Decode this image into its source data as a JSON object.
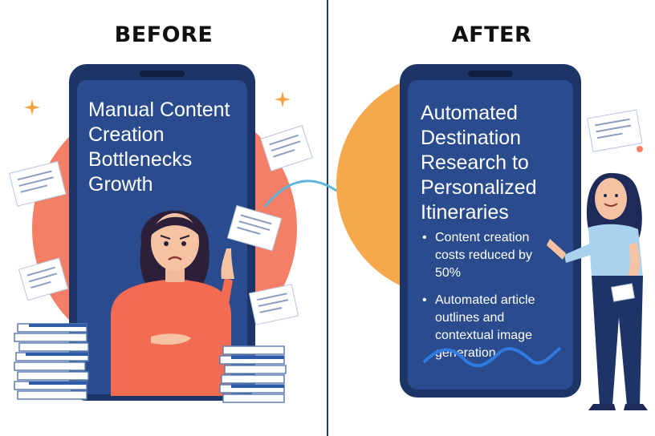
{
  "before": {
    "heading": "BEFORE",
    "phone_title": [
      "Manual Content",
      "Creation",
      "Bottlenecks",
      "Growth"
    ]
  },
  "after": {
    "heading": "AFTER",
    "phone_title": [
      "Automated",
      "Destination",
      "Research to",
      "Personalized",
      "Itineraries"
    ],
    "bullets": [
      "Content creation costs reduced by 50%",
      "Automated article outlines and contextual image generation"
    ]
  },
  "colors": {
    "phone_body": "#1d3466",
    "phone_screen": "#2a4c8e",
    "before_circle": "#f47f66",
    "after_circle": "#f5a94c",
    "accent_line": "#5fb4e0",
    "divider": "#1e3a6e"
  }
}
